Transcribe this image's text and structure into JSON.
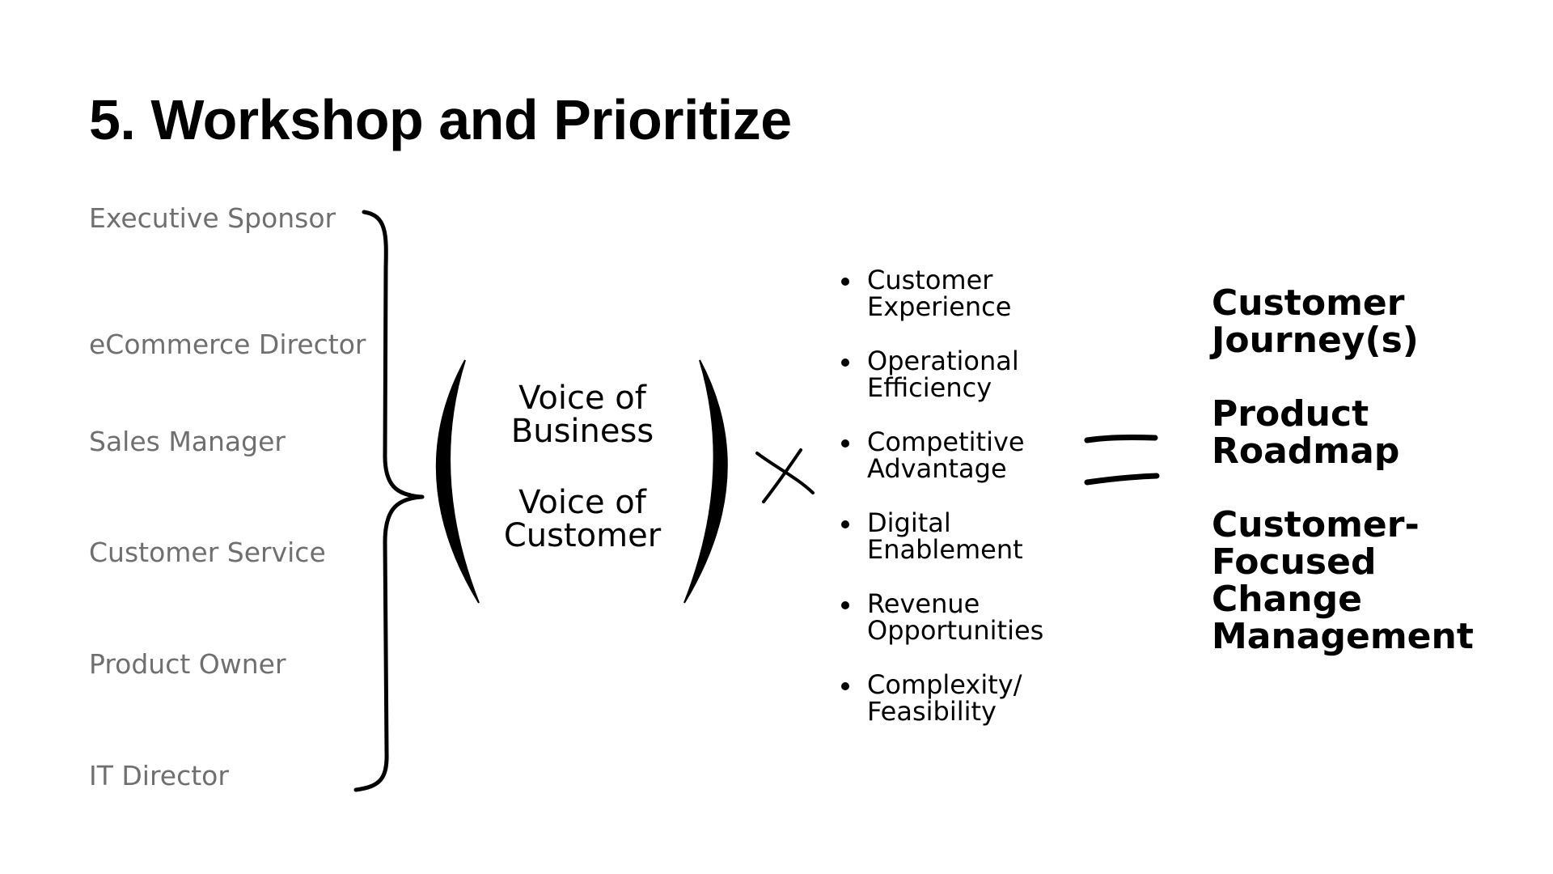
{
  "title": "5. Workshop and Prioritize",
  "stakeholders": [
    "Executive Sponsor",
    "eCommerce Director",
    "Sales Manager",
    "Customer Service",
    "Product Owner",
    "IT Director"
  ],
  "voices": [
    "Voice of\nBusiness",
    "Voice of\nCustomer"
  ],
  "operators": {
    "multiply": "multiply-sign-icon",
    "equals": "equals-sign-icon"
  },
  "criteria": [
    "Customer\nExperience",
    "Operational\nEfficiency",
    "Competitive\nAdvantage",
    "Digital\nEnablement",
    "Revenue\nOpportunities",
    "Complexity/\nFeasibility"
  ],
  "outcomes": [
    "Customer\nJourney(s)",
    "Product\nRoadmap",
    "Customer-\nFocused\nChange\nManagement"
  ],
  "colors": {
    "title": "#000000",
    "stakeholder_text": "#6f6f6f",
    "ink": "#000000",
    "background": "#ffffff"
  }
}
